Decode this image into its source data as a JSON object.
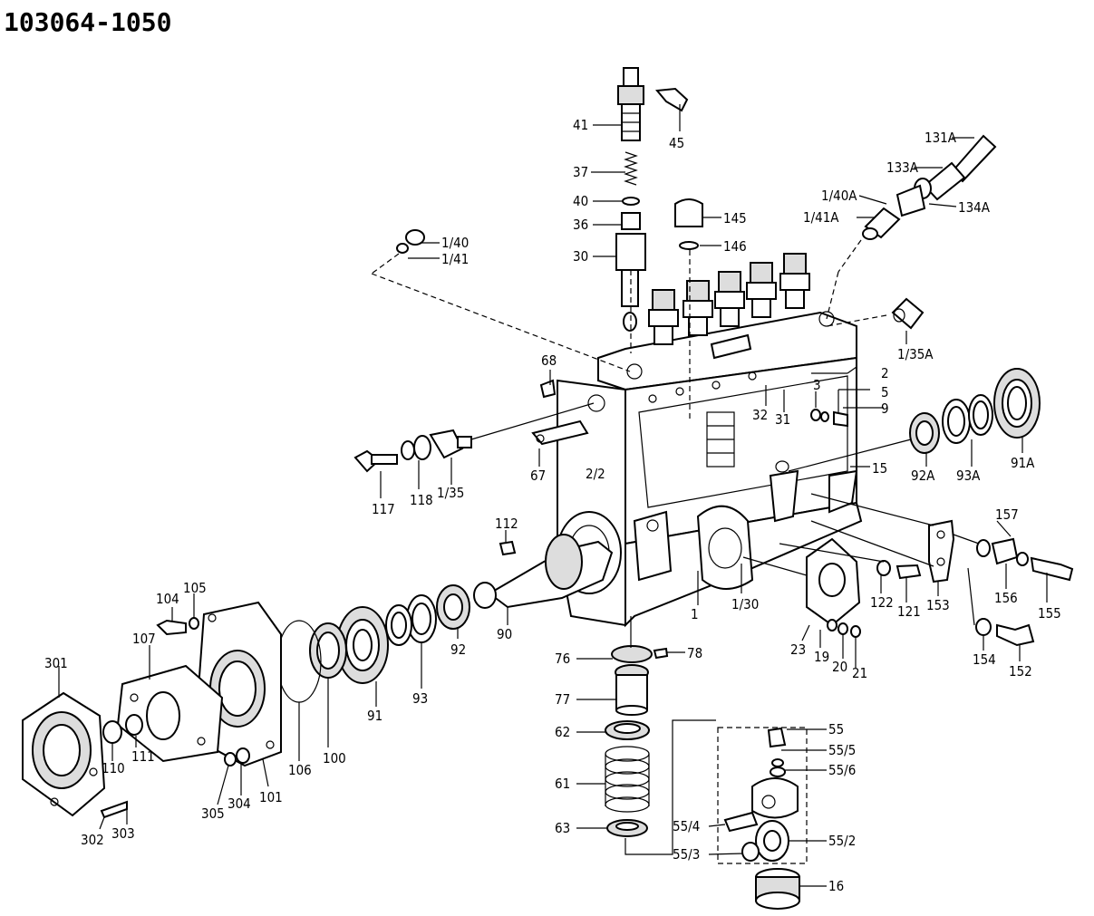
{
  "title": "103064-1050",
  "labels": {
    "l41": "41",
    "l45": "45",
    "l37": "37",
    "l40": "40",
    "l36": "36",
    "l30": "30",
    "l145": "145",
    "l146": "146",
    "l140": "1/40",
    "l141": "1/41",
    "l131A": "131A",
    "l133A": "133A",
    "l140A": "1/40A",
    "l141A": "1/41A",
    "l134A": "134A",
    "l135A": "1/35A",
    "l68": "68",
    "l2": "2",
    "l3": "3",
    "l5": "5",
    "l9": "9",
    "l32": "32",
    "l31": "31",
    "l15": "15",
    "l67": "67",
    "l22": "2/2",
    "l117": "117",
    "l118": "118",
    "l135": "1/35",
    "l112": "112",
    "l92A": "92A",
    "l93A": "93A",
    "l91A": "91A",
    "l90": "90",
    "l92": "92",
    "l93": "93",
    "l91": "91",
    "l100": "100",
    "l106": "106",
    "l101": "101",
    "l104": "104",
    "l105": "105",
    "l107": "107",
    "l110": "110",
    "l111": "111",
    "l301": "301",
    "l302": "302",
    "l303": "303",
    "l304": "304",
    "l305": "305",
    "l130": "1/30",
    "l1": "1",
    "l122": "122",
    "l121": "121",
    "l153": "153",
    "l157": "157",
    "l156": "156",
    "l155": "155",
    "l154": "154",
    "l152": "152",
    "l23": "23",
    "l19": "19",
    "l20": "20",
    "l21": "21",
    "l76": "76",
    "l78": "78",
    "l77": "77",
    "l62": "62",
    "l61": "61",
    "l63": "63",
    "l55": "55",
    "l555": "55/5",
    "l556": "55/6",
    "l554": "55/4",
    "l552": "55/2",
    "l553": "55/3",
    "l16": "16"
  }
}
